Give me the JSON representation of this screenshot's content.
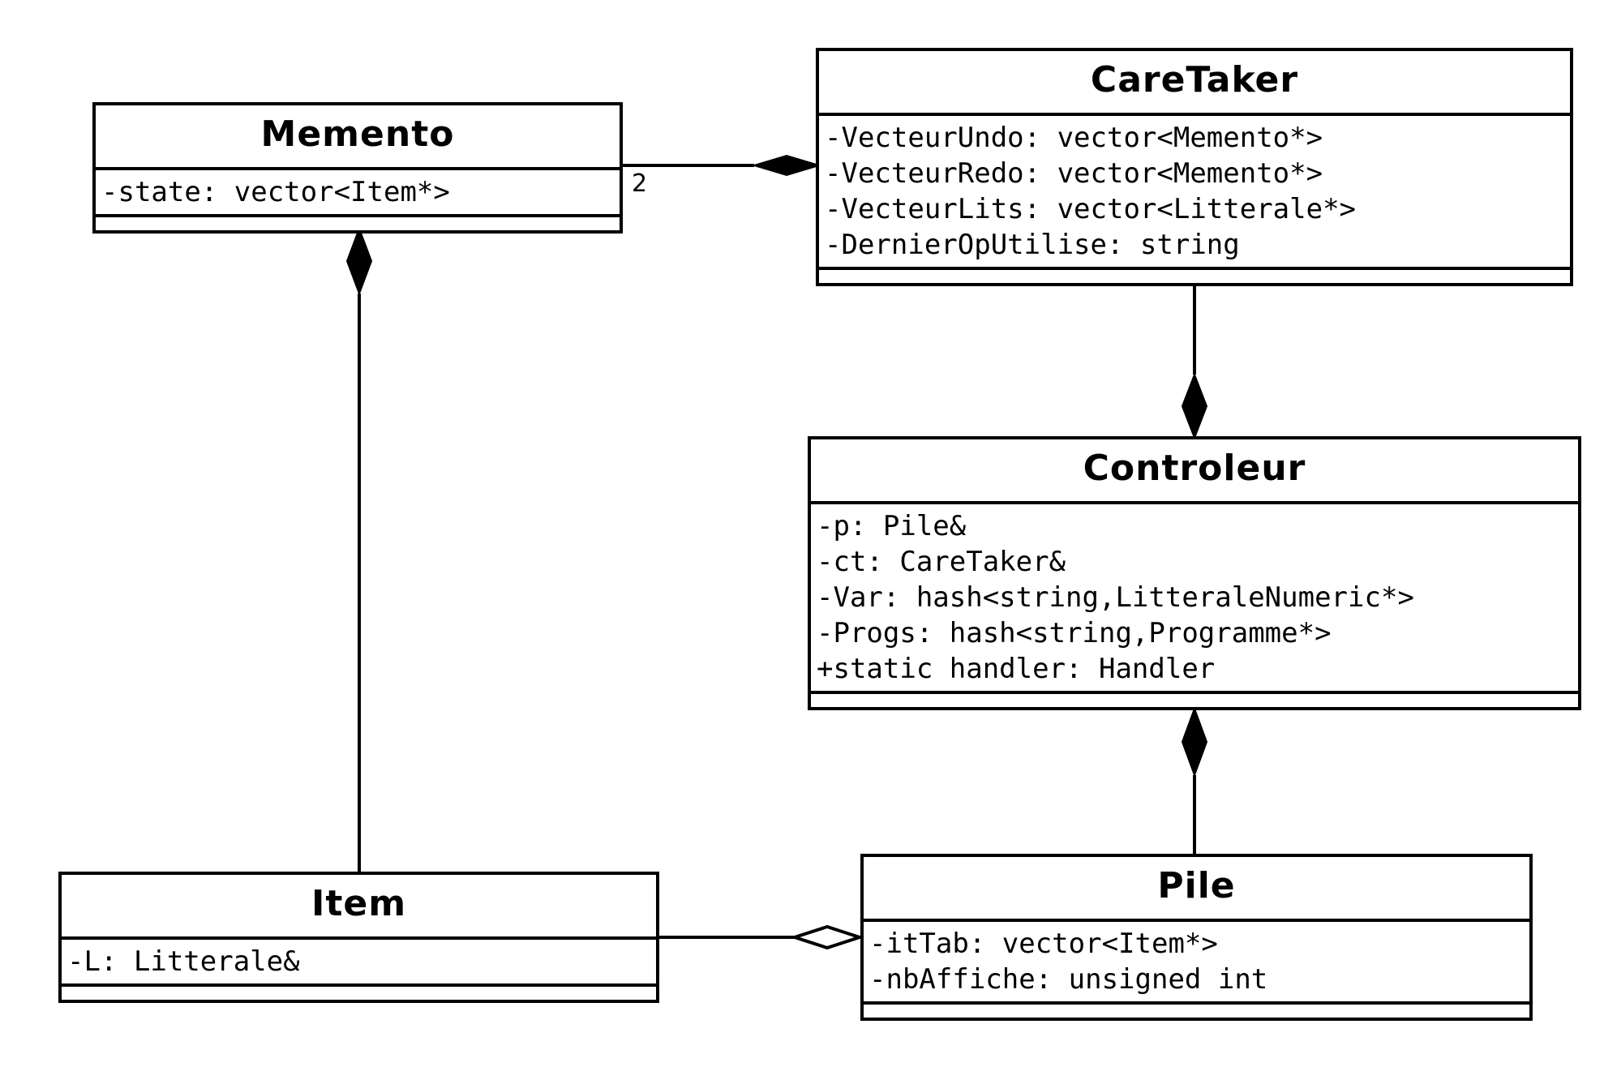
{
  "classes": {
    "memento": {
      "name": "Memento",
      "attributes": [
        "-state: vector<Item*>"
      ]
    },
    "caretaker": {
      "name": "CareTaker",
      "attributes": [
        "-VecteurUndo: vector<Memento*>",
        "-VecteurRedo: vector<Memento*>",
        "-VecteurLits: vector<Litterale*>",
        "-DernierOpUtilise: string"
      ]
    },
    "controleur": {
      "name": "Controleur",
      "attributes": [
        "-p: Pile&",
        "-ct: CareTaker&",
        "-Var: hash<string,LitteraleNumeric*>",
        "-Progs: hash<string,Programme*>",
        "+static handler: Handler"
      ]
    },
    "item": {
      "name": "Item",
      "attributes": [
        "-L: Litterale&"
      ]
    },
    "pile": {
      "name": "Pile",
      "attributes": [
        "-itTab: vector<Item*>",
        "-nbAffiche: unsigned int"
      ]
    }
  },
  "relations": [
    {
      "from": "memento",
      "to": "caretaker",
      "kind": "composition",
      "multiplicity": "2"
    },
    {
      "from": "item",
      "to": "memento",
      "kind": "composition"
    },
    {
      "from": "caretaker",
      "to": "controleur",
      "kind": "composition"
    },
    {
      "from": "pile",
      "to": "controleur",
      "kind": "composition"
    },
    {
      "from": "item",
      "to": "pile",
      "kind": "aggregation"
    }
  ]
}
